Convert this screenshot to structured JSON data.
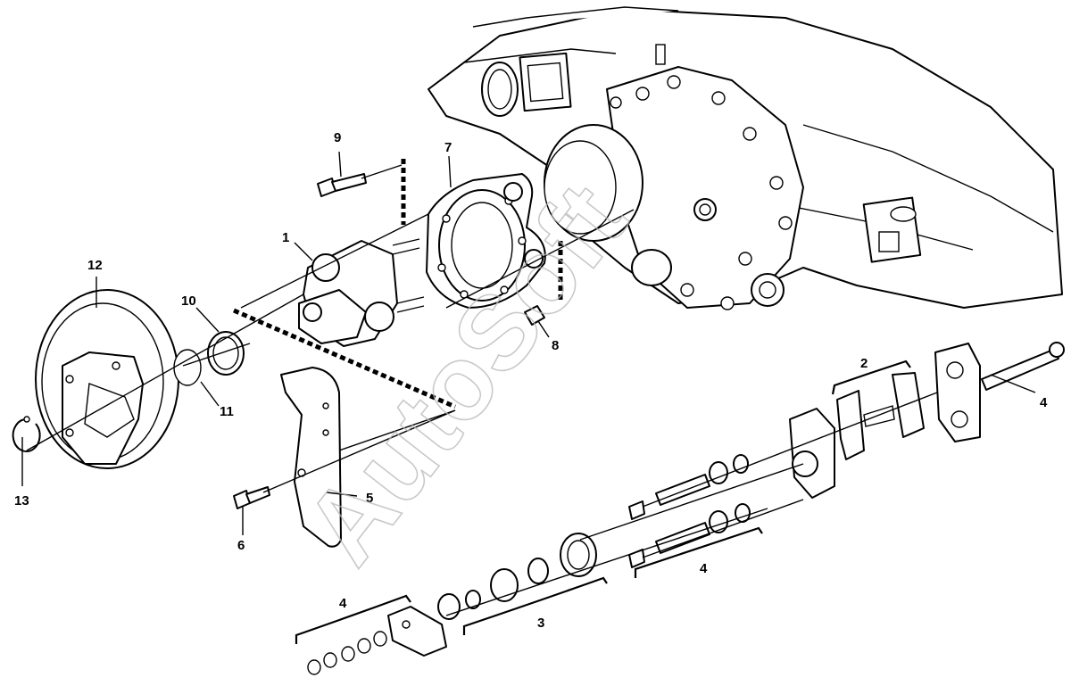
{
  "diagram": {
    "callouts": [
      {
        "id": "c1",
        "label": "1"
      },
      {
        "id": "c2",
        "label": "2"
      },
      {
        "id": "c3",
        "label": "3"
      },
      {
        "id": "c4a",
        "label": "4"
      },
      {
        "id": "c4b",
        "label": "4"
      },
      {
        "id": "c4c",
        "label": "4"
      },
      {
        "id": "c5",
        "label": "5"
      },
      {
        "id": "c6",
        "label": "6"
      },
      {
        "id": "c7",
        "label": "7"
      },
      {
        "id": "c8",
        "label": "8"
      },
      {
        "id": "c9",
        "label": "9"
      },
      {
        "id": "c10",
        "label": "10"
      },
      {
        "id": "c11",
        "label": "11"
      },
      {
        "id": "c12",
        "label": "12"
      },
      {
        "id": "c13",
        "label": "13"
      }
    ]
  },
  "watermark": {
    "text": "AutoSoft"
  }
}
